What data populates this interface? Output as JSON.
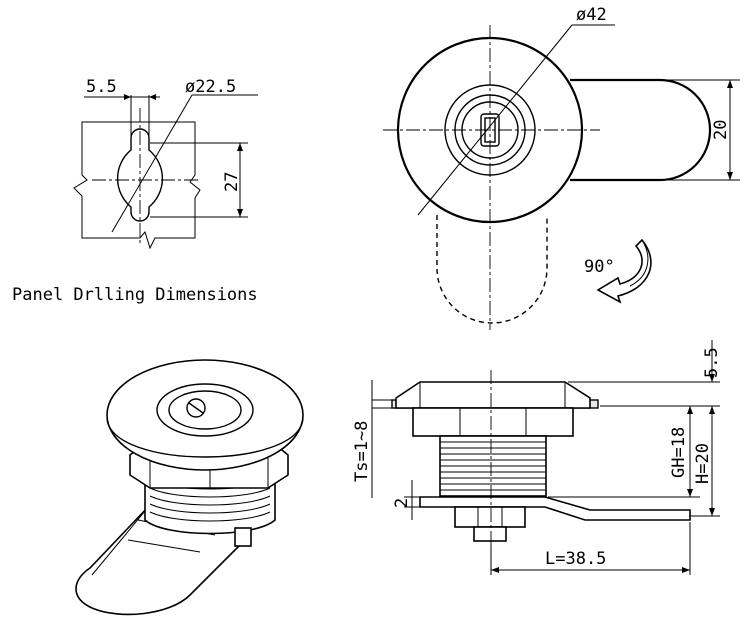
{
  "panel_drilling": {
    "title": "Panel Drlling Dimensions",
    "dim_slot": "5.5",
    "dim_diameter": "ø22.5",
    "dim_height": "27"
  },
  "front_view": {
    "dim_diameter": "ø42",
    "dim_cam_width": "20",
    "rotation": "90°"
  },
  "side_view": {
    "dim_flange": "5.5",
    "dim_ts": "Ts=1~8",
    "dim_gh": "GH=18",
    "dim_h": "H=20",
    "dim_cam_thickness": "2",
    "dim_length": "L=38.5"
  }
}
